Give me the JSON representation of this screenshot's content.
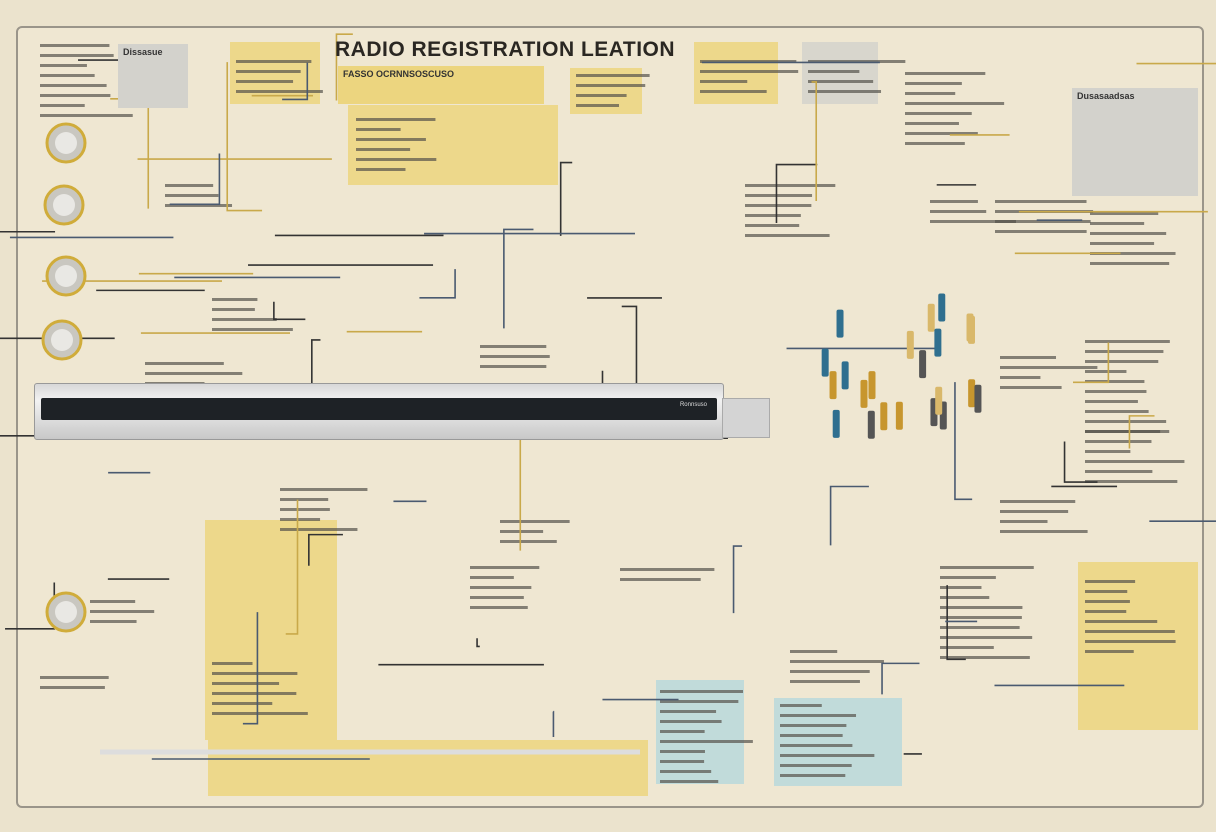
{
  "title": "RADIO REGISTRATION LEATION",
  "notes": {
    "main_header": "FASSO OCRNNSOSCUSO",
    "rack_label": "Ronnsuso",
    "left_top": "Dissasue",
    "right_top": "Dusasaadsas"
  },
  "colors": {
    "background": "#ebe3cd",
    "note_yellow": "#ecd57f",
    "note_blue": "#b9d8dc",
    "note_gray": "#d3d2cc",
    "wire": "#333333"
  }
}
